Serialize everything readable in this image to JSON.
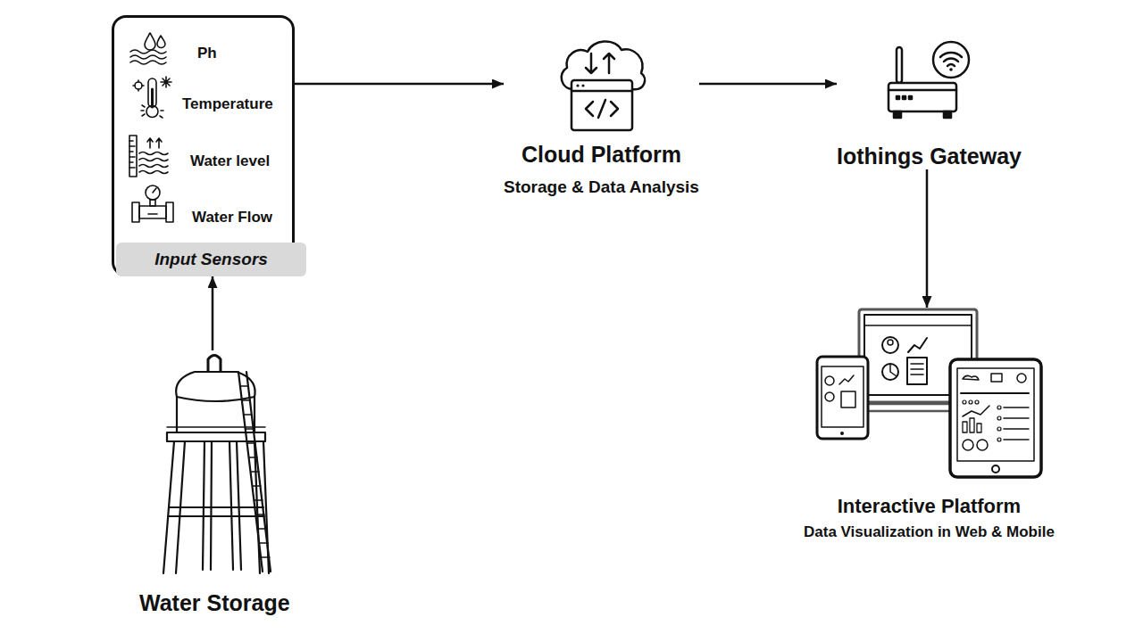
{
  "diagram": {
    "nodes": [
      {
        "text": [
          "Ph",
          "Temperature",
          "Water level",
          "Water Flow"
        ]
      },
      {
        "text": [
          "Input Sensors"
        ],
        "in": 0
      },
      {
        "text": [
          "Cloud Platform",
          "Storage & Data Analysis"
        ]
      },
      {
        "text": [
          "Iothings Gateway"
        ]
      },
      {
        "text": [
          "Interactive Platform",
          "Data Visualization in Web & Mobile"
        ]
      },
      {
        "text": [
          "Water Storage"
        ]
      }
    ],
    "edges": [
      {
        "from": 5,
        "to": 0,
        "arrow": "to"
      },
      {
        "from": 0,
        "to": 2,
        "arrow": "to"
      },
      {
        "from": 2,
        "to": 3,
        "arrow": "to"
      },
      {
        "from": 3,
        "to": 4,
        "arrow": "to"
      }
    ]
  }
}
